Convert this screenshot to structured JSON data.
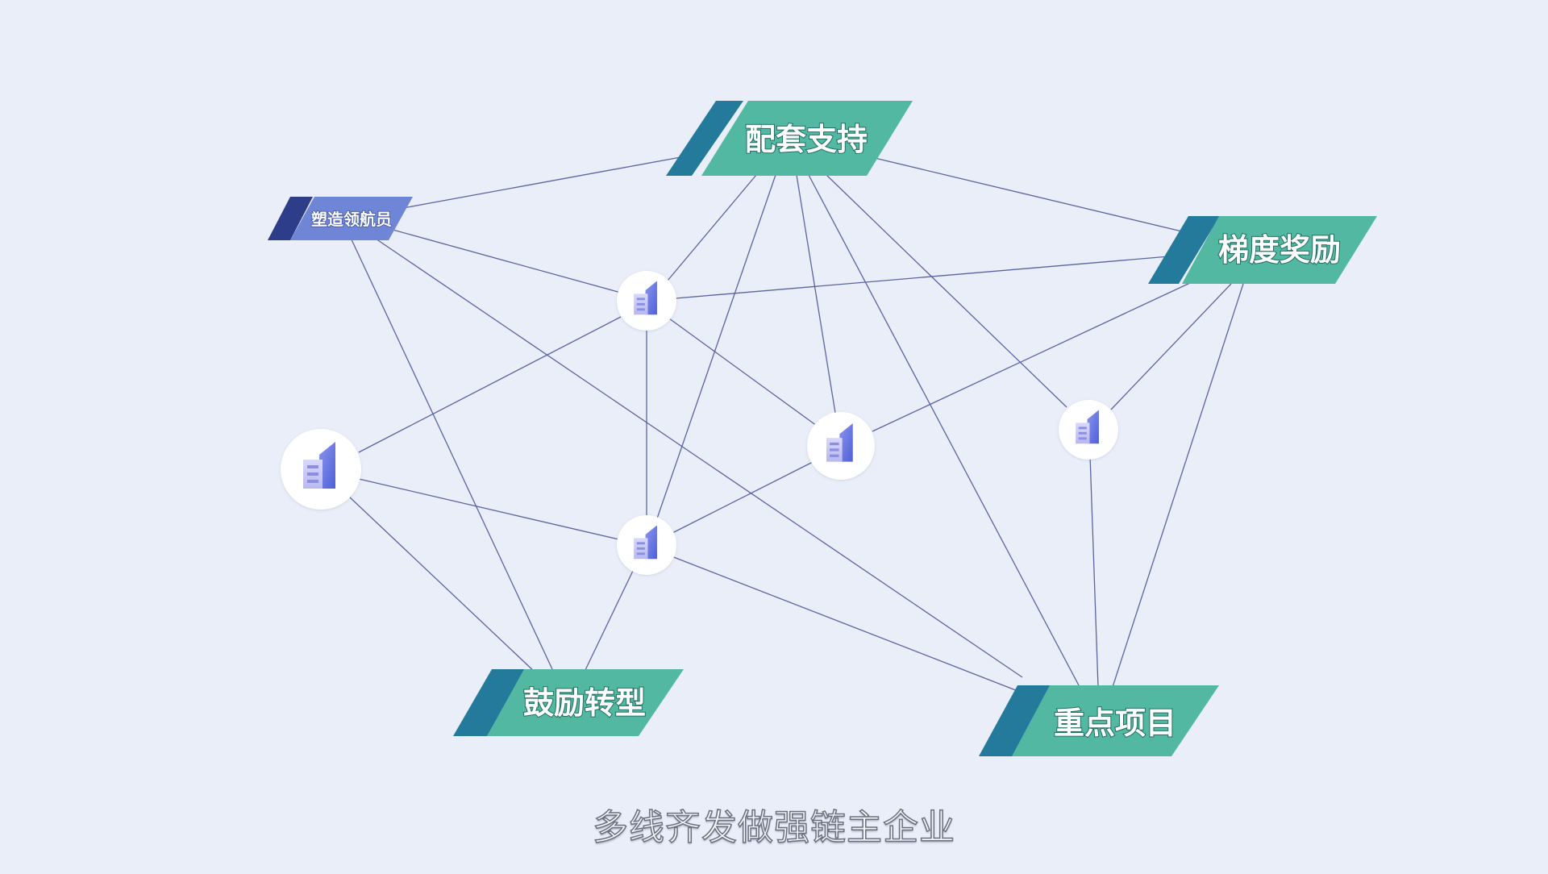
{
  "colors": {
    "background": "#e9eef8",
    "teal_label": "#52b8a1",
    "teal_stripe": "#237a9b",
    "blue_label": "#6f86d6",
    "blue_stripe": "#2e3d8a",
    "edge": "#5a64a0",
    "node_fill": "#ffffff",
    "building_light": "#c5c6f4",
    "building_dark": "#5e6ee0"
  },
  "labels": {
    "peitao": "配套支持",
    "suzao": "塑造领航员",
    "tidu": "梯度奖励",
    "guli": "鼓励转型",
    "zhongdian": "重点项目"
  },
  "icons": {
    "company": "building-icon"
  },
  "subtitle": "多线齐发做强链主企业"
}
